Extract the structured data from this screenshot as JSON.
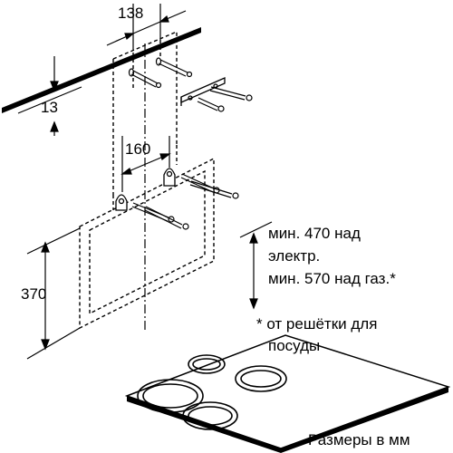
{
  "dimensions": {
    "bracket_spacing_top": "138",
    "ceiling_offset": "13",
    "bracket_spacing_lower": "160",
    "hood_height": "370"
  },
  "notes": {
    "electric_line1": "мин. 470 над",
    "electric_line2": "электр.",
    "gas_line": "мин. 570 над газ.*",
    "footnote_line1": "* от решётки для",
    "footnote_line2": "посуды"
  },
  "caption": "Размеры в мм"
}
